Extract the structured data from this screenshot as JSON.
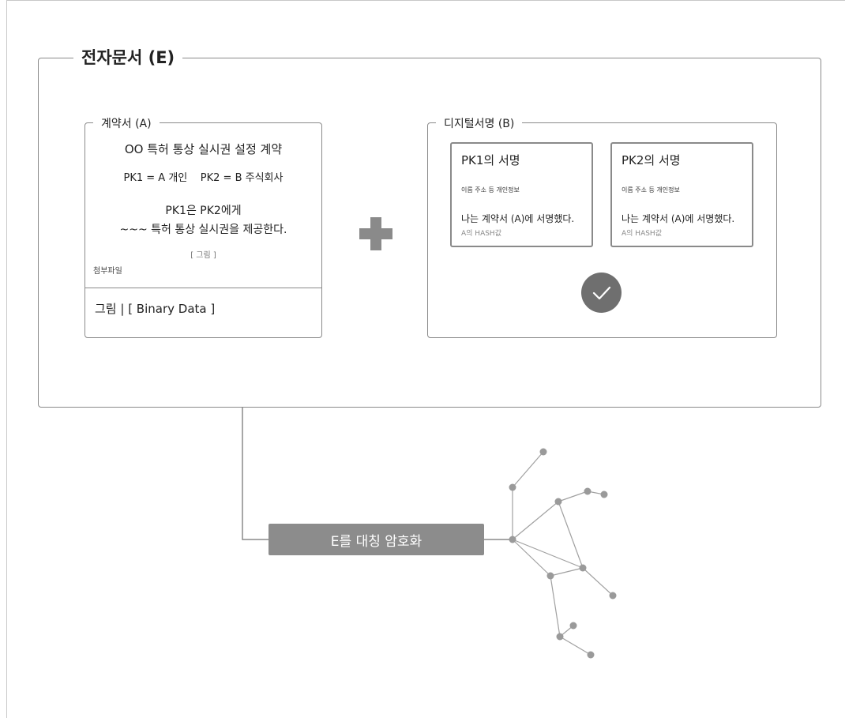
{
  "electronic_document": {
    "legend": "전자문서 (E)",
    "contract": {
      "legend": "계약서 (A)",
      "title": "OO 특허 통상 실시권 설정 계약",
      "parties": "PK1 = A 개인    PK2 = B 주식회사",
      "clause_line1": "PK1은 PK2에게",
      "clause_line2": "~~~ 특허 통상 실시권을 제공한다.",
      "figure_placeholder": "[ 그림 ]",
      "attachment_label": "첨부파일",
      "binary_row": "그림 | [ Binary Data ]"
    },
    "digital_signature": {
      "legend": "디지털서명 (B)",
      "cards": [
        {
          "title": "PK1의 서명",
          "info": "이름 주소 등 개인정보",
          "statement": "나는 계약서 (A)에 서명했다.",
          "hash": "A의 HASH값"
        },
        {
          "title": "PK2의 서명",
          "info": "이름 주소 등 개인정보",
          "statement": "나는 계약서 (A)에 서명했다.",
          "hash": "A의 HASH값"
        }
      ],
      "verified_icon": "check-icon"
    },
    "combine_icon": "plus-icon"
  },
  "action": {
    "label": "E를 대칭 암호화"
  },
  "network_icon": "network-graph-icon",
  "colors": {
    "border": "#8a8a8a",
    "button_bg": "#8c8c8c",
    "node": "#9a9a9a",
    "check_bg": "#6f6f6f"
  }
}
